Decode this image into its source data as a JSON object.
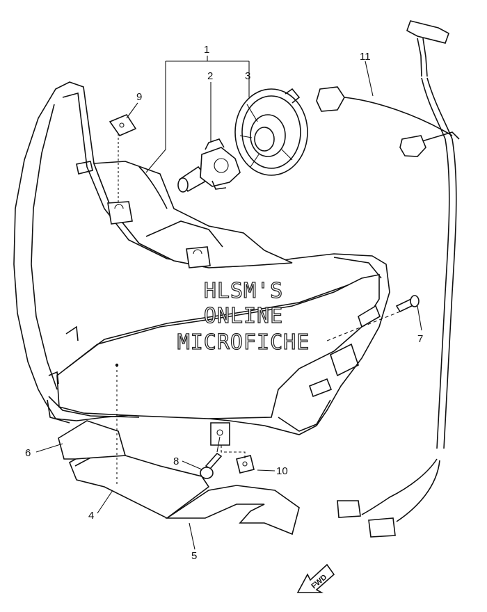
{
  "callouts": {
    "c1": "1",
    "c2": "2",
    "c3": "3",
    "c4": "4",
    "c5": "5",
    "c6": "6",
    "c7": "7",
    "c8": "8",
    "c9": "9",
    "c10": "10",
    "c11": "11"
  },
  "watermark": {
    "line1": "HLSM'S",
    "line2": "ONLINE",
    "line3": "MICROFICHE"
  },
  "fwd_label": "FWD",
  "colors": {
    "ink": "#111111",
    "paper": "#ffffff"
  }
}
